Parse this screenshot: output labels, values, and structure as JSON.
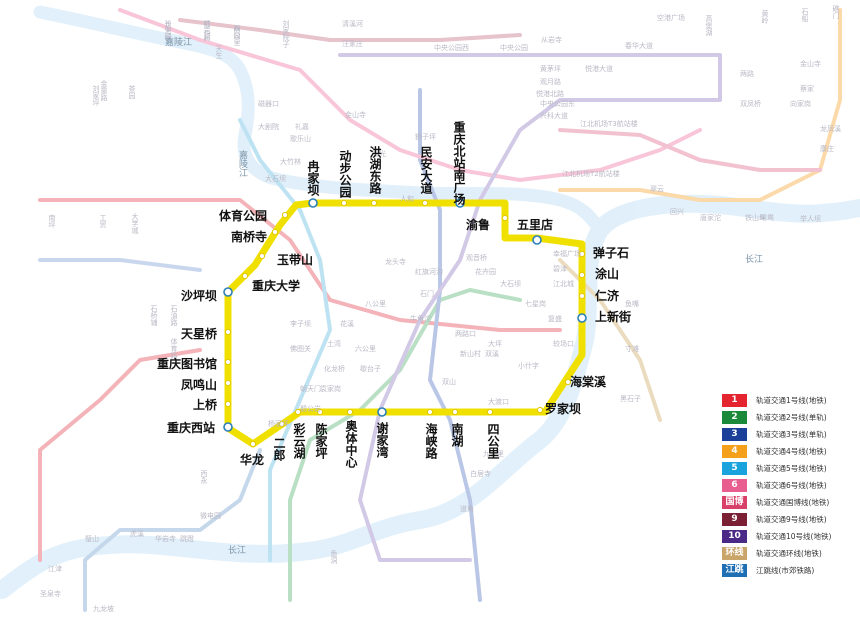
{
  "loop_line": {
    "name": "环线",
    "color": "#f0e000",
    "stations": [
      "重庆北站南广场",
      "民安大道",
      "洪湖东路",
      "动步公园",
      "冉家坝",
      "体育公园",
      "南桥寺",
      "玉带山",
      "重庆大学",
      "沙坪坝",
      "天星桥",
      "重庆图书馆",
      "凤鸣山",
      "上桥",
      "重庆西站",
      "华龙",
      "二郎",
      "彩云湖",
      "陈家坪",
      "奥体中心",
      "谢家湾",
      "海峡路",
      "南湖",
      "四公里",
      "罗家坝",
      "海棠溪",
      "上新街",
      "仁济",
      "涂山",
      "弹子石",
      "五里店",
      "渝鲁"
    ]
  },
  "rivers": [
    {
      "name": "嘉陵江"
    },
    {
      "name": "长江"
    },
    {
      "name": "长江"
    },
    {
      "name": "嘉陵江"
    }
  ],
  "background_labels": [
    "沙河坝",
    "红岩村",
    "蔡园",
    "刘家院子",
    "清溪河",
    "汪家庄",
    "中央公园西",
    "中央公园",
    "从岩寺",
    "空港广场",
    "高堡湖",
    "黄岭",
    "石船",
    "礁门",
    "黄茅坪",
    "观月路",
    "悦港北路",
    "悦港大道",
    "中央公园东",
    "兴科大道",
    "春华大道",
    "两路",
    "双凤桥",
    "江北机场T3航站楼",
    "江北机场T2航站楼",
    "翠云",
    "回兴",
    "鸳鸯",
    "幸福广场",
    "碧津",
    "江北城",
    "大剧院",
    "礼嘉",
    "金山寺",
    "狮子坪",
    "重光",
    "人和",
    "龙头寺",
    "红旗河沟",
    "观音桥",
    "花卉园",
    "大石坝",
    "石门",
    "牛角沱",
    "两路口",
    "大坪",
    "七星岗",
    "较场口",
    "小什字",
    "朝天门",
    "鹅公岩",
    "杨家坪",
    "大渡口",
    "新山村",
    "双山",
    "茶园",
    "刘家坪",
    "南坪",
    "工贸",
    "大学城",
    "西永",
    "微电园",
    "虎溪",
    "璧山",
    "江津",
    "圣泉寺",
    "九龙坡",
    "华岩寺",
    "跳蹬",
    "鱼洞",
    "道角",
    "白居寺",
    "九公里",
    "八公里",
    "花溪",
    "六公里",
    "歇台子",
    "土湾",
    "化龙桥",
    "李子坝",
    "佛图关",
    "袁家岗",
    "石桥铺",
    "石油路",
    "体育路",
    "天生",
    "磁器口",
    "歌乐山",
    "大竹林",
    "大石坝",
    "金童路",
    "金山寺",
    "蔡家",
    "向家岗",
    "龙凤溪",
    "康庄",
    "举人坝",
    "唐家沱",
    "铁山坪",
    "鱼嘴",
    "寸滩",
    "黑石子",
    "复盛",
    "双溪",
    "长生桥",
    "铜元局",
    "四公里"
  ],
  "legend": [
    {
      "badge": "1",
      "color": "#e4242e",
      "label": "轨道交通1号线(地铁)"
    },
    {
      "badge": "2",
      "color": "#1a8a3a",
      "label": "轨道交通2号线(单轨)"
    },
    {
      "badge": "3",
      "color": "#1c3f99",
      "label": "轨道交通3号线(单轨)"
    },
    {
      "badge": "4",
      "color": "#f4a01a",
      "label": "轨道交通4号线(地铁)"
    },
    {
      "badge": "5",
      "color": "#1aa3dc",
      "label": "轨道交通5号线(地铁)"
    },
    {
      "badge": "6",
      "color": "#e85f8f",
      "label": "轨道交通6号线(地铁)"
    },
    {
      "badge": "国博",
      "color": "#d8406a",
      "label": "轨道交通国博线(地铁)"
    },
    {
      "badge": "9",
      "color": "#7a1f34",
      "label": "轨道交通9号线(地铁)"
    },
    {
      "badge": "10",
      "color": "#4a2a86",
      "label": "轨道交通10号线(地铁)"
    },
    {
      "badge": "环线",
      "color": "#c9a56a",
      "label": "轨道交通环线(地铁)"
    },
    {
      "badge": "江跳",
      "color": "#1f6fb5",
      "label": "江跳线(市郊铁路)"
    }
  ]
}
